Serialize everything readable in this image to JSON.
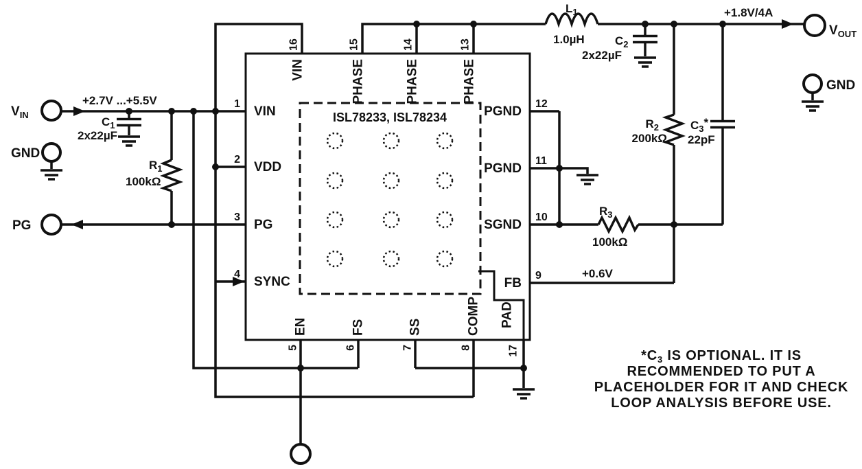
{
  "ic": {
    "part_label": "ISL78233, ISL78234",
    "pins": {
      "top": [
        {
          "num": "16",
          "label": "VIN"
        },
        {
          "num": "15",
          "label": "PHASE"
        },
        {
          "num": "14",
          "label": "PHASE"
        },
        {
          "num": "13",
          "label": "PHASE"
        }
      ],
      "left": [
        {
          "num": "1",
          "label": "VIN"
        },
        {
          "num": "2",
          "label": "VDD"
        },
        {
          "num": "3",
          "label": "PG"
        },
        {
          "num": "4",
          "label": "SYNC"
        }
      ],
      "right": [
        {
          "num": "12",
          "label": "PGND"
        },
        {
          "num": "11",
          "label": "PGND"
        },
        {
          "num": "10",
          "label": "SGND"
        },
        {
          "num": "9",
          "label": "FB"
        }
      ],
      "bottom": [
        {
          "num": "5",
          "label": "EN"
        },
        {
          "num": "6",
          "label": "FS"
        },
        {
          "num": "7",
          "label": "SS"
        },
        {
          "num": "8",
          "label": "COMP"
        },
        {
          "num": "17",
          "label": "PAD"
        }
      ]
    }
  },
  "terminals": {
    "vin": {
      "main": "V",
      "sub": "IN"
    },
    "gnd_left": {
      "main": "GND"
    },
    "pg": {
      "main": "PG"
    },
    "vout": {
      "main": "V",
      "sub": "OUT"
    },
    "gnd_right": {
      "main": "GND"
    }
  },
  "components": {
    "c1": {
      "ref": "C",
      "sub": "1",
      "value": "2x22µF"
    },
    "r1": {
      "ref": "R",
      "sub": "1",
      "value": "100kΩ"
    },
    "l1": {
      "ref": "L",
      "sub": "1",
      "value": "1.0µH"
    },
    "c2": {
      "ref": "C",
      "sub": "2",
      "value": "2x22µF"
    },
    "r2": {
      "ref": "R",
      "sub": "2",
      "value": "200kΩ"
    },
    "c3": {
      "ref": "C",
      "sub": "3",
      "suffix": "*",
      "value": "22pF"
    },
    "r3": {
      "ref": "R",
      "sub": "3",
      "value": "100kΩ"
    }
  },
  "labels": {
    "input_range": "+2.7V ...+5.5V",
    "output_rating": "+1.8V/4A",
    "fb_voltage": "+0.6V"
  },
  "note": {
    "line1_pre": "*C",
    "line1_sub": "3",
    "line1_post": " IS OPTIONAL. IT IS",
    "line2": "RECOMMENDED TO PUT A",
    "line3": "PLACEHOLDER FOR IT AND CHECK",
    "line4": "LOOP ANALYSIS BEFORE USE."
  },
  "colors": {
    "ink": "#111111",
    "background": "#ffffff"
  }
}
